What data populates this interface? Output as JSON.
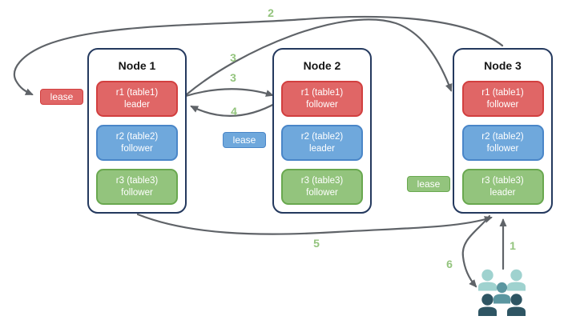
{
  "nodes": [
    {
      "title": "Node 1",
      "replicas": [
        {
          "line1": "r1 (table1)",
          "line2": "leader"
        },
        {
          "line1": "r2 (table2)",
          "line2": "follower"
        },
        {
          "line1": "r3 (table3)",
          "line2": "follower"
        }
      ]
    },
    {
      "title": "Node 2",
      "replicas": [
        {
          "line1": "r1 (table1)",
          "line2": "follower"
        },
        {
          "line1": "r2 (table2)",
          "line2": "leader"
        },
        {
          "line1": "r3 (table3)",
          "line2": "follower"
        }
      ]
    },
    {
      "title": "Node 3",
      "replicas": [
        {
          "line1": "r1 (table1)",
          "line2": "follower"
        },
        {
          "line1": "r2 (table2)",
          "line2": "follower"
        },
        {
          "line1": "r3 (table3)",
          "line2": "leader"
        }
      ]
    }
  ],
  "leases": [
    {
      "label": "lease",
      "color": "#e06666"
    },
    {
      "label": "lease",
      "color": "#6fa8dc"
    },
    {
      "label": "lease",
      "color": "#93c47d"
    }
  ],
  "step_labels": {
    "step1": "1",
    "step2": "2",
    "step3a": "3",
    "step3b": "3",
    "step4": "4",
    "step5": "5",
    "step6": "6"
  },
  "icons": {
    "clients": "users-group-icon"
  },
  "colors": {
    "replica_red_fill": "#e06666",
    "replica_red_border": "#d23f3f",
    "replica_blue_fill": "#6fa8dc",
    "replica_blue_border": "#4a86c8",
    "replica_green_fill": "#93c47d",
    "replica_green_border": "#69a84f",
    "node_border": "#24395e",
    "arrow": "#5f6368",
    "step_label": "#93c47d",
    "users_light": "#9fd2cf",
    "users_mid": "#5b96a0",
    "users_dark": "#2e5563"
  }
}
